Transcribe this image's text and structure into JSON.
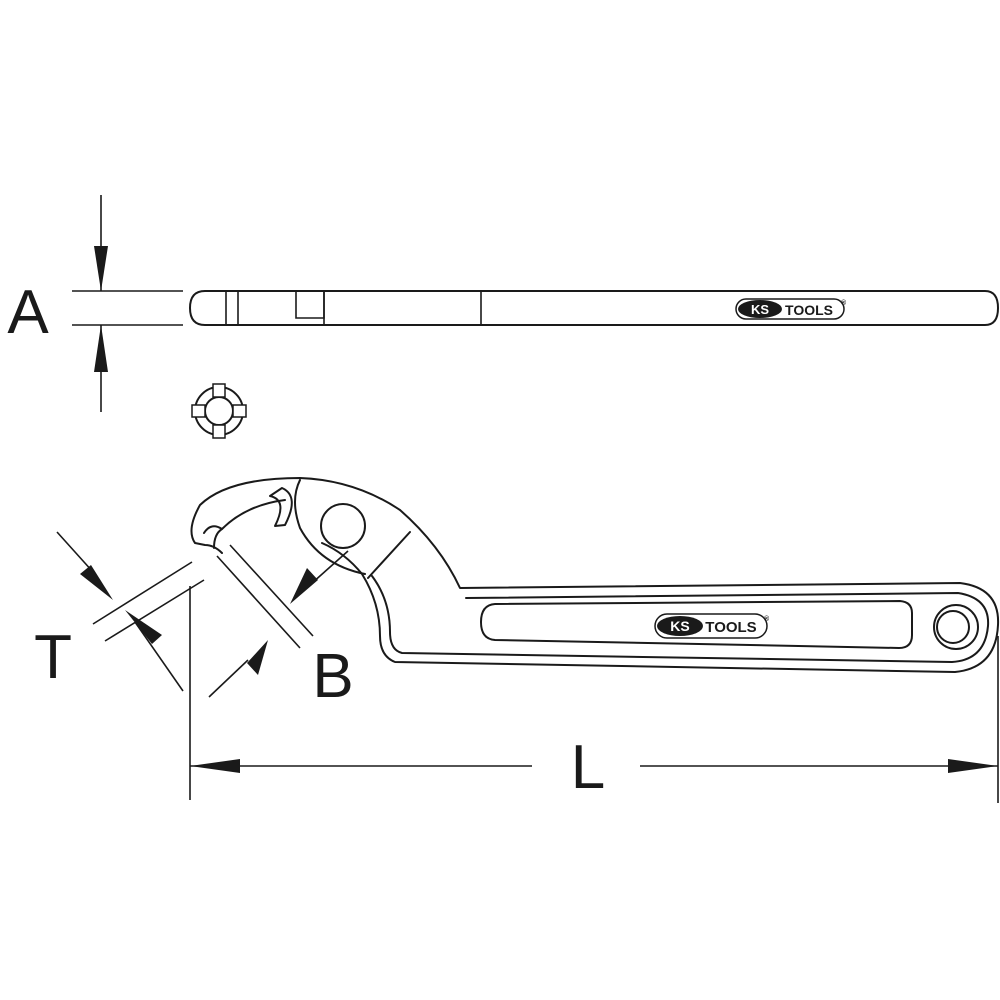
{
  "dimensions": {
    "a": "A",
    "t": "T",
    "b": "B",
    "l": "L"
  },
  "brand": {
    "ks": "KS",
    "tools": "TOOLS",
    "reg": "®"
  },
  "colors": {
    "line": "#1a1a1a",
    "background": "#ffffff"
  }
}
